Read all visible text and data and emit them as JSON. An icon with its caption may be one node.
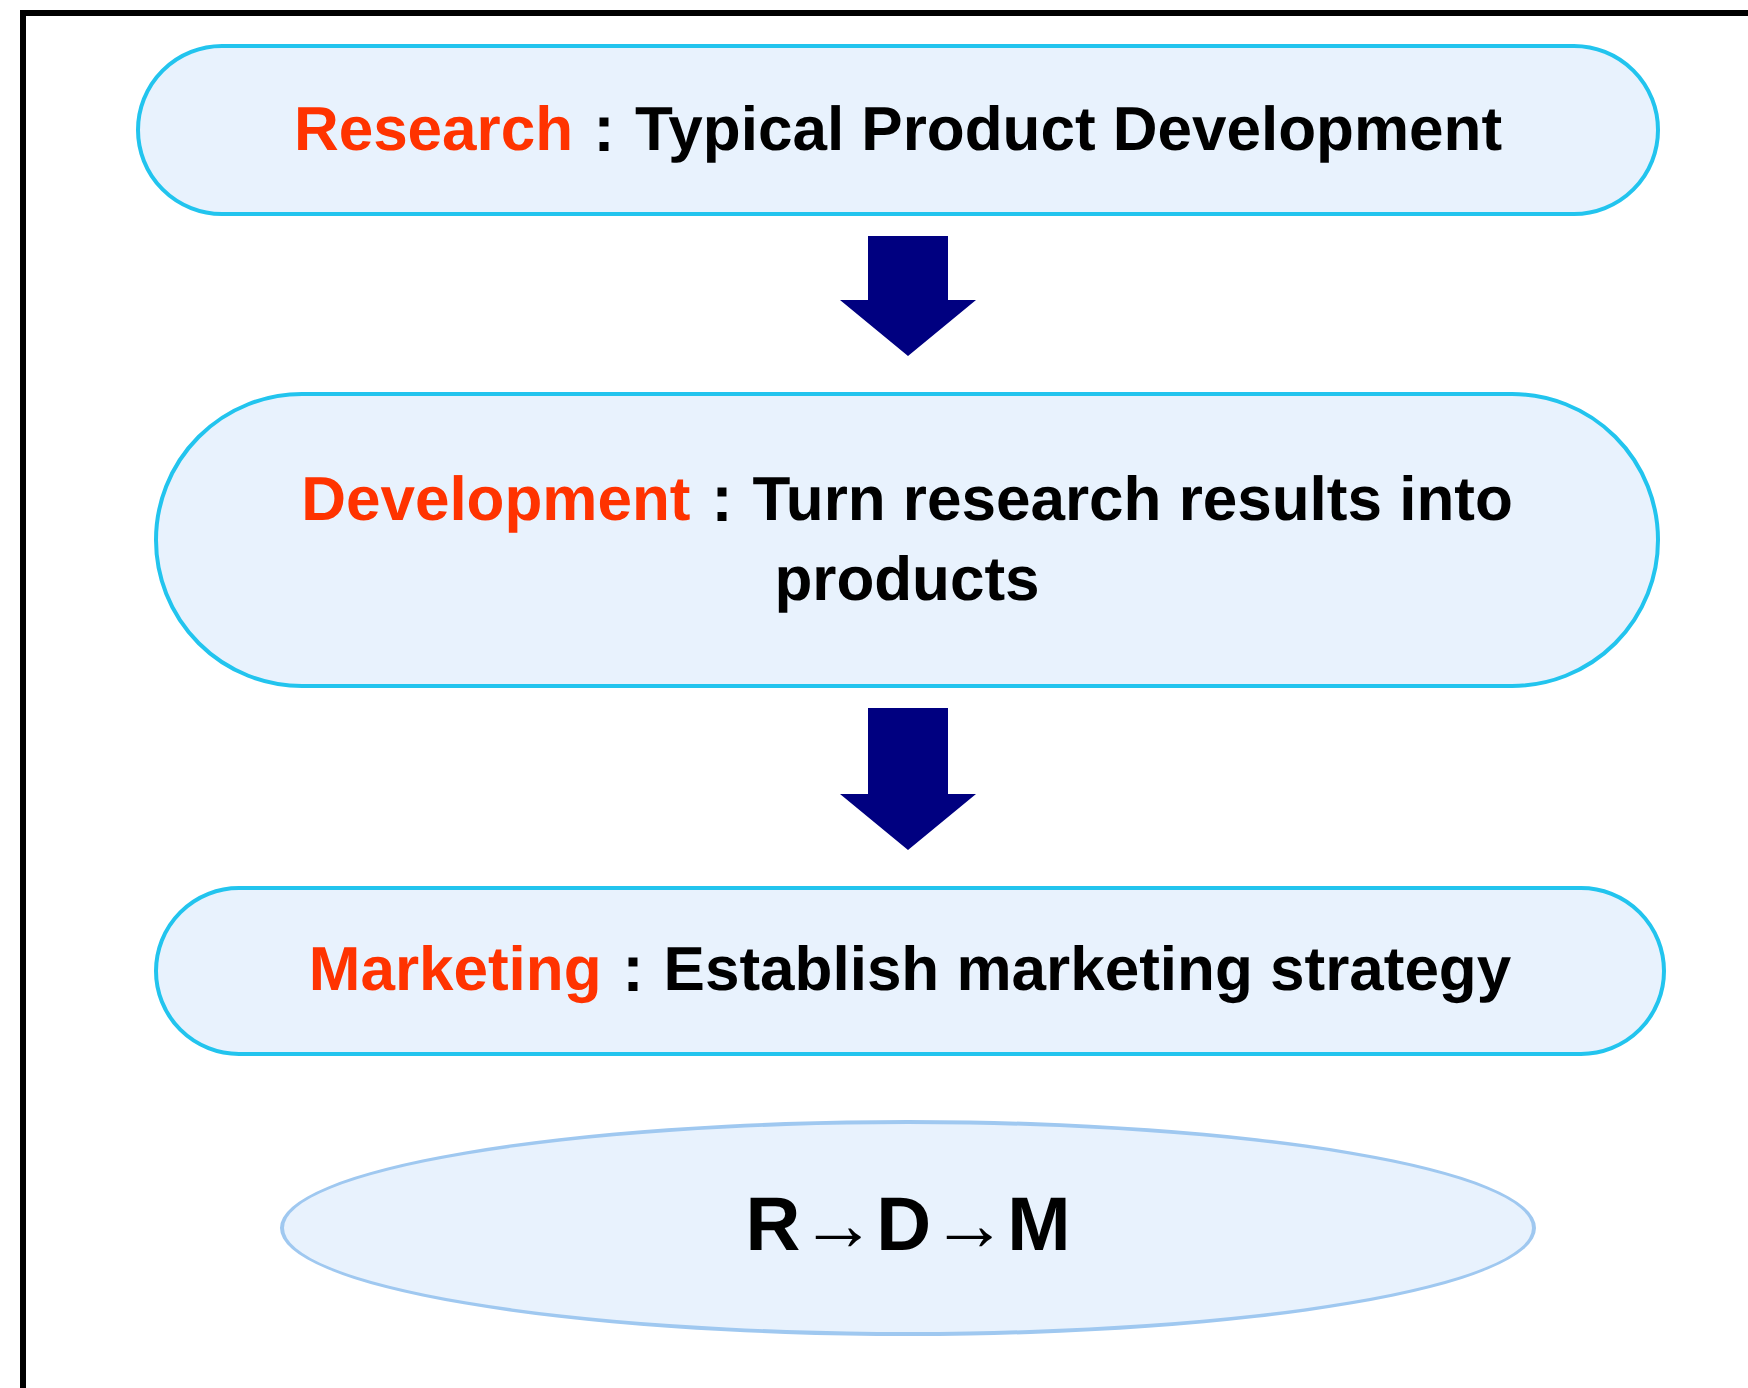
{
  "diagram": {
    "nodes": [
      {
        "text": [
          "Research",
          "：Typical Product Development"
        ]
      },
      {
        "text": [
          "Development",
          "：Turn research results into products"
        ]
      },
      {
        "text": [
          "Marketing",
          "：Establish marketing strategy"
        ]
      },
      {
        "text": [
          "R→D→M"
        ]
      }
    ],
    "edges": [
      {
        "from": 0,
        "to": 1,
        "arrow": "to"
      },
      {
        "from": 1,
        "to": 2,
        "arrow": "to"
      }
    ]
  }
}
